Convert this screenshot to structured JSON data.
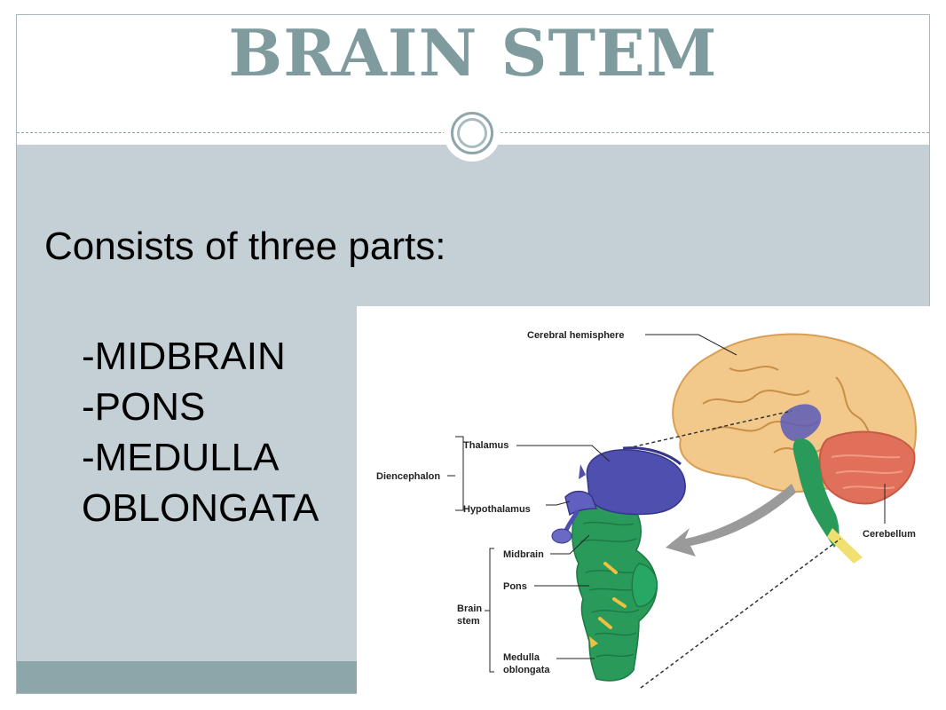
{
  "slide": {
    "title": "BRAIN STEM",
    "subtitle": "Consists of three parts:",
    "parts": [
      "-MIDBRAIN",
      "-PONS",
      "-MEDULLA",
      "OBLONGATA"
    ]
  },
  "figure": {
    "labels": {
      "cerebral_hemisphere": "Cerebral hemisphere",
      "thalamus": "Thalamus",
      "diencephalon": "Diencephalon",
      "hypothalamus": "Hypothalamus",
      "midbrain": "Midbrain",
      "pons": "Pons",
      "brain_stem_1": "Brain",
      "brain_stem_2": "stem",
      "medulla_1": "Medulla",
      "medulla_2": "oblongata",
      "cerebellum": "Cerebellum"
    }
  },
  "colors": {
    "title": "#7f9b9d",
    "band": "#c4cfd6",
    "footer": "#8da6aa",
    "cerebrum": "#f2c98a",
    "thalamus": "#4f4fb0",
    "brainstem": "#2a9a5a",
    "cerebellum": "#e0705a"
  }
}
